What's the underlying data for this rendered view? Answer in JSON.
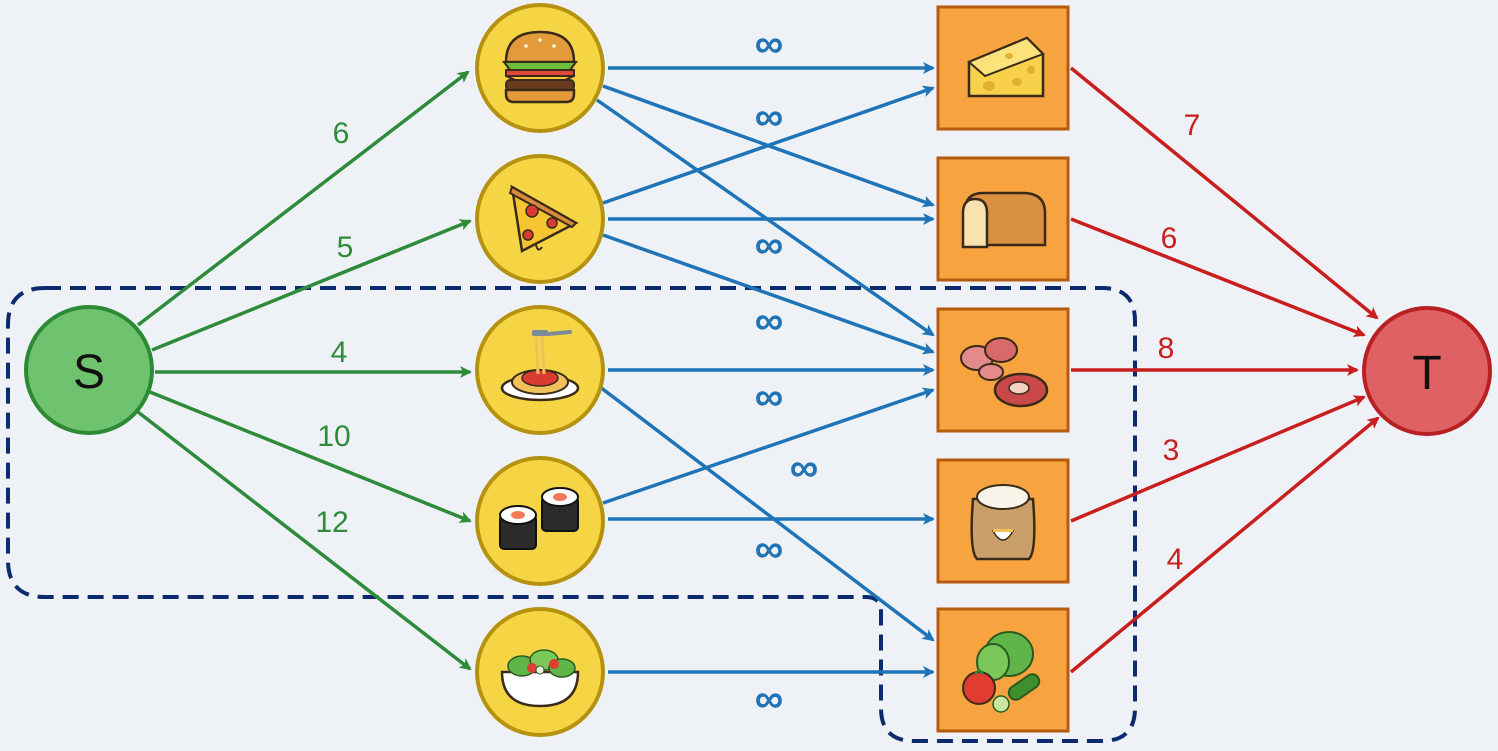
{
  "source": {
    "label": "S"
  },
  "sink": {
    "label": "T"
  },
  "colors": {
    "source_fill": "#6fc26e",
    "source_stroke": "#2b8a33",
    "sink_fill": "#e06163",
    "sink_stroke": "#b82024",
    "dish_fill": "#f5d544",
    "dish_stroke": "#b59310",
    "ingredient_fill": "#f7a33f",
    "ingredient_stroke": "#b65a10",
    "edge_source": "#2e8b3a",
    "edge_middle": "#1f74b8",
    "edge_sink": "#c81e1e",
    "cut_line": "#0e2a6e"
  },
  "dishes": [
    {
      "icon": "burger-icon"
    },
    {
      "icon": "pizza-icon"
    },
    {
      "icon": "spaghetti-icon"
    },
    {
      "icon": "sushi-icon"
    },
    {
      "icon": "salad-icon"
    }
  ],
  "ingredients": [
    {
      "icon": "cheese-icon"
    },
    {
      "icon": "bread-icon"
    },
    {
      "icon": "meat-icon"
    },
    {
      "icon": "rice-sack-icon"
    },
    {
      "icon": "vegetables-icon"
    }
  ],
  "source_edges": [
    {
      "capacity": "6"
    },
    {
      "capacity": "5"
    },
    {
      "capacity": "4"
    },
    {
      "capacity": "10"
    },
    {
      "capacity": "12"
    }
  ],
  "middle_edges": [
    {
      "capacity": "∞"
    },
    {
      "capacity": "∞"
    },
    {
      "capacity": "∞"
    },
    {
      "capacity": "∞"
    },
    {
      "capacity": "∞"
    },
    {
      "capacity": "∞"
    },
    {
      "capacity": "∞"
    }
  ],
  "sink_edges": [
    {
      "capacity": "7"
    },
    {
      "capacity": "6"
    },
    {
      "capacity": "8"
    },
    {
      "capacity": "3"
    },
    {
      "capacity": "4"
    }
  ]
}
